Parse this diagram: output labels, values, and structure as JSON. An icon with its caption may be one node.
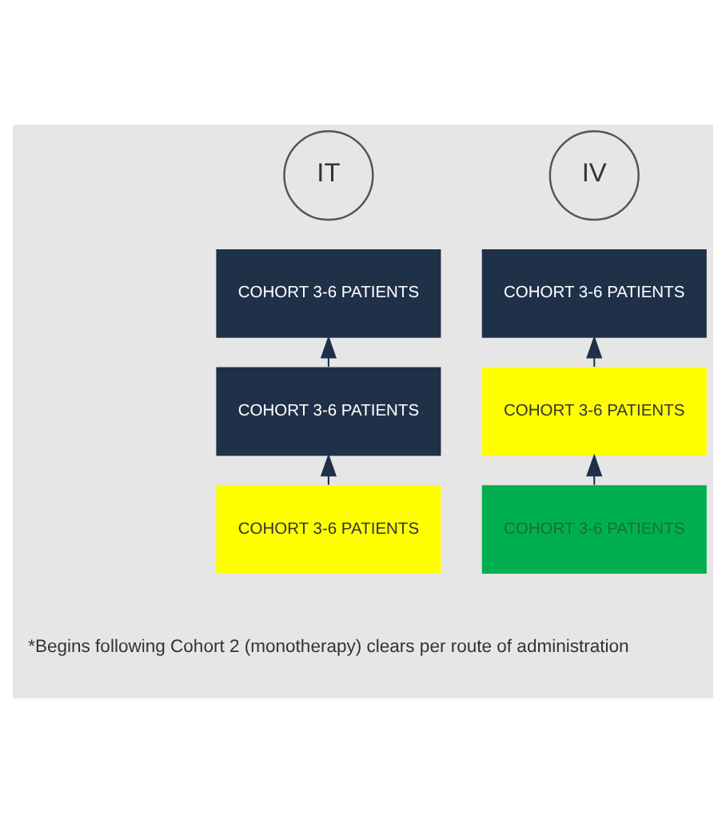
{
  "diagram": {
    "nodes": [
      {
        "text": [
          "IT"
        ]
      },
      {
        "text": [
          "IV"
        ]
      },
      {
        "text": [
          "COHORT 3-6 PATIENTS"
        ]
      },
      {
        "text": [
          "COHORT 3-6 PATIENTS"
        ]
      },
      {
        "text": [
          "COHORT 3-6 PATIENTS"
        ]
      },
      {
        "text": [
          "COHORT 3-6 PATIENTS"
        ]
      },
      {
        "text": [
          "COHORT 3-6 PATIENTS"
        ]
      },
      {
        "text": [
          "COHORT 3-6 PATIENTS"
        ]
      }
    ],
    "edges": [
      {
        "from": 4,
        "to": 2,
        "arrow": "to"
      },
      {
        "from": 6,
        "to": 4,
        "arrow": "to"
      },
      {
        "from": 5,
        "to": 3,
        "arrow": "to"
      },
      {
        "from": 7,
        "to": 5,
        "arrow": "to"
      }
    ],
    "labels": [
      "*Begins following Cohort 2 (monotherapy) clears per route of administration"
    ]
  }
}
